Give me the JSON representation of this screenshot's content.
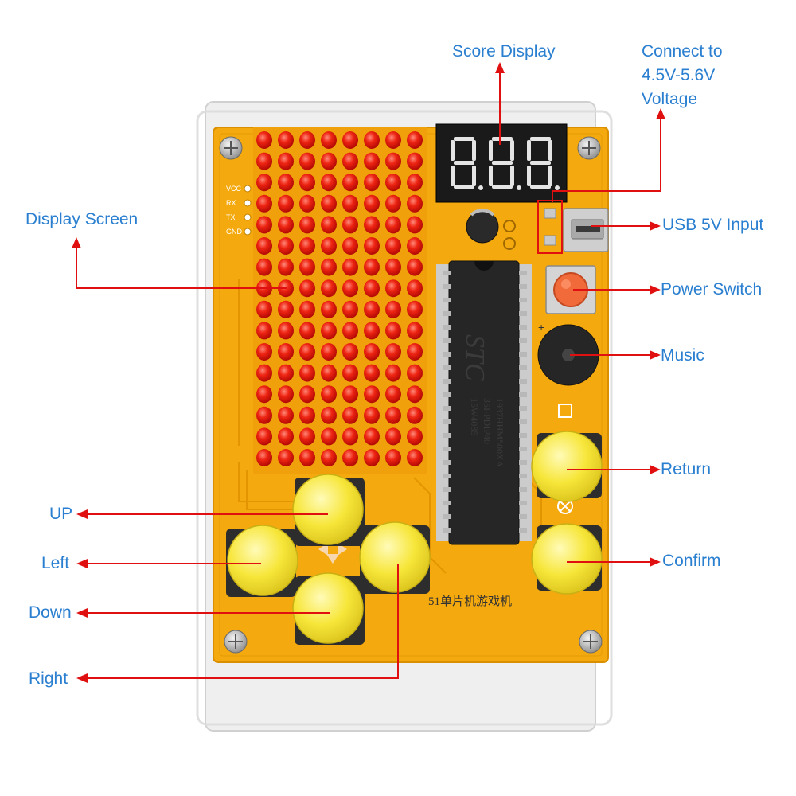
{
  "colors": {
    "board": "#f4a90e",
    "led": "#e8140e",
    "button": "#f7e63a",
    "label": "#2a7fd0",
    "leader": "#e01010"
  },
  "matrix": {
    "rows": 16,
    "cols": 8
  },
  "labels": {
    "score_display": "Score Display",
    "voltage_line1": "Connect to",
    "voltage_line2": "4.5V-5.6V",
    "voltage_line3": "Voltage",
    "display_screen": "Display Screen",
    "usb_input": "USB 5V Input",
    "power_switch": "Power Switch",
    "music": "Music",
    "return": "Return",
    "confirm": "Confirm",
    "up": "UP",
    "left": "Left",
    "down": "Down",
    "right": "Right"
  },
  "pcb": {
    "pins": [
      "VCC",
      "RX",
      "TX",
      "GND"
    ],
    "chip_brand": "STC",
    "chip_line1": "15W4085",
    "chip_line2": "35I-PDIP40",
    "chip_line3": "1937HHM500XA",
    "silkscreen": "51单片机游戏机",
    "plus_mark": "+"
  },
  "icons": {
    "return_symbol": "square-icon",
    "confirm_symbol": "cross-circle-icon",
    "dpad_arrows": "direction-arrows-icon"
  }
}
